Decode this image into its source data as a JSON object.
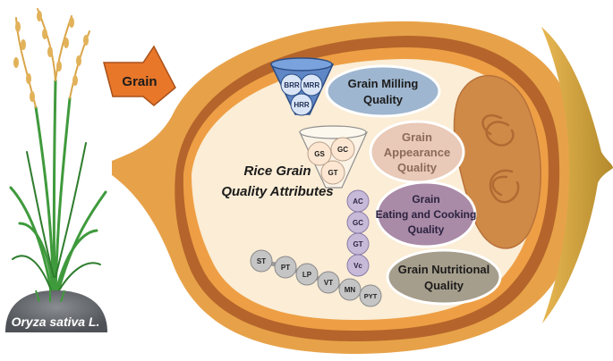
{
  "plant_label": "Oryza sativa L.",
  "arrow_label": "Grain",
  "center_title_line1": "Rice Grain",
  "center_title_line2": "Quality Attributes",
  "milling": {
    "line1": "Grain Milling",
    "line2": "Quality",
    "funnel_items": [
      "BRR",
      "MRR",
      "HRR"
    ]
  },
  "appearance": {
    "line1": "Grain",
    "line2": "Appearance",
    "line3": "Quality",
    "funnel_items": [
      "GS",
      "GC",
      "GT"
    ]
  },
  "eating": {
    "line1": "Grain",
    "line2": "Eating and Cooking",
    "line3": "Quality",
    "chain_items": [
      "AC",
      "GC",
      "GT",
      "Vc"
    ]
  },
  "nutritional": {
    "line1": "Grain Nutritional",
    "line2": "Quality",
    "chain_items": [
      "ST",
      "PT",
      "LP",
      "VT",
      "MN",
      "PYT"
    ]
  },
  "colors": {
    "husk": "#e7a249",
    "husk_dark": "#c0712f",
    "endosperm": "#fbedd6",
    "embryo": "#cf8a48",
    "milling_fill": "#9eb6cf",
    "appearance_fill": "#e9c9b7",
    "eating_fill": "#a98aa7",
    "nutritional_fill": "#a69e8c",
    "chain_fill": "#c7bad9",
    "nutri_chain_fill": "#c5c5c5",
    "plant_green": "#3f9a3c",
    "panicle": "#d9a64a",
    "arrow_fill": "#e8772a",
    "soil": "#6b6e73"
  }
}
